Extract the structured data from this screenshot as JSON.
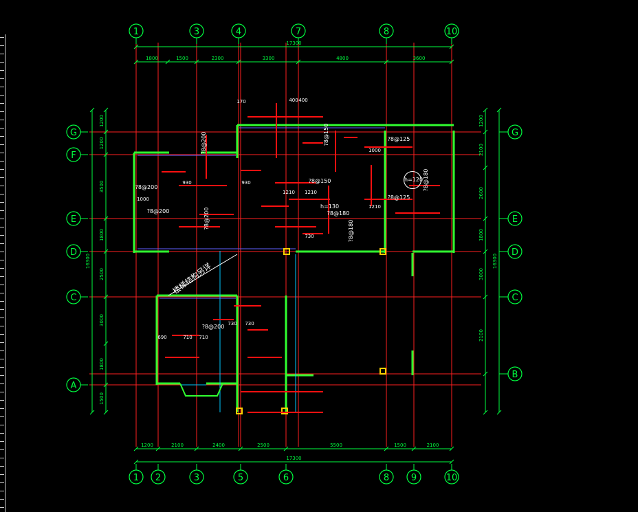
{
  "colors": {
    "grid_line": "#ff2020",
    "dimension": "#00ff40",
    "wall": "#30ff30",
    "wall_outline": "#6060ff",
    "label": "#ffffff",
    "axis_bubble": "#00ff40",
    "column": "#ffd000",
    "beam": "#ff1010",
    "slab_edge": "#00c8ff"
  },
  "axes_top": [
    "1",
    "3",
    "4",
    "7",
    "8",
    "10"
  ],
  "axes_bottom": [
    "1",
    "2",
    "3",
    "5",
    "6",
    "8",
    "9",
    "10"
  ],
  "axes_left": [
    "G",
    "F",
    "E",
    "D",
    "C",
    "A"
  ],
  "axes_right": [
    "G",
    "E",
    "D",
    "C",
    "B"
  ],
  "dims_top_total": "17300",
  "dims_top": [
    "1800",
    "1500",
    "2300",
    "3300",
    "4800",
    "3600"
  ],
  "dims_bottom_total": "17300",
  "dims_bottom": [
    "1200",
    "2100",
    "2400",
    "2500",
    "5500",
    "1500",
    "2100"
  ],
  "dims_left_total": "16300",
  "dims_left": [
    "1200",
    "1200",
    "3500",
    "1800",
    "2500",
    "3000",
    "1800",
    "1500"
  ],
  "dims_right_total": "16300",
  "dims_right": [
    "1200",
    "2100",
    "2600",
    "1800",
    "3000",
    "2100"
  ],
  "rebar_labels": [
    {
      "text": "?8@200",
      "r": 0
    },
    {
      "text": "?8@200",
      "r": 90
    },
    {
      "text": "?8@150",
      "r": 90
    },
    {
      "text": "?8@125",
      "r": 0
    },
    {
      "text": "?8@180",
      "r": 90
    },
    {
      "text": "?8@150",
      "r": 0
    },
    {
      "text": "?8@180",
      "r": 0
    },
    {
      "text": "?8@125",
      "r": 0
    },
    {
      "text": "?8@200",
      "r": 0
    },
    {
      "text": "?8@200",
      "r": 90
    },
    {
      "text": "?8@180",
      "r": 90
    },
    {
      "text": "?8@200",
      "r": 0
    }
  ],
  "small_dims": [
    "170",
    "400",
    "400",
    "930",
    "930",
    "1000",
    "1000",
    "1210",
    "1210",
    "1210",
    "730",
    "730",
    "710",
    "710",
    "690",
    "730"
  ],
  "slab_height_1": "h=130",
  "slab_height_2": "h=120",
  "stair_note": "楼梯结构另详"
}
